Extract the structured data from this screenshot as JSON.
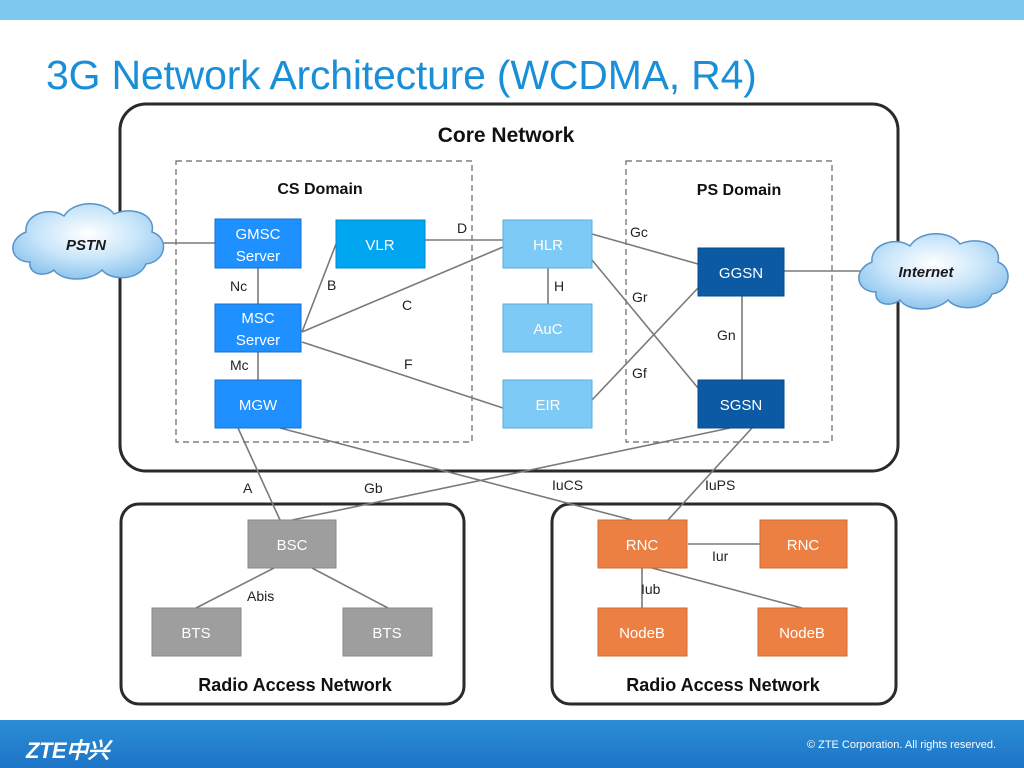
{
  "title": "3G Network Architecture (WCDMA, R4)",
  "core": {
    "title": "Core Network",
    "cs_domain": "CS Domain",
    "ps_domain": "PS Domain"
  },
  "clouds": {
    "pstn": "PSTN",
    "internet": "Internet"
  },
  "nodes": {
    "gmsc": [
      "GMSC",
      "Server"
    ],
    "msc": [
      "MSC",
      "Server"
    ],
    "vlr": "VLR",
    "mgw": "MGW",
    "hlr": "HLR",
    "auc": "AuC",
    "eir": "EIR",
    "ggsn": "GGSN",
    "sgsn": "SGSN",
    "bsc": "BSC",
    "bts1": "BTS",
    "bts2": "BTS",
    "rnc1": "RNC",
    "rnc2": "RNC",
    "nodeb1": "NodeB",
    "nodeb2": "NodeB"
  },
  "interfaces": {
    "d": "D",
    "nc": "Nc",
    "b": "B",
    "c": "C",
    "mc": "Mc",
    "f": "F",
    "h": "H",
    "gc": "Gc",
    "gr": "Gr",
    "gn": "Gn",
    "gf": "Gf",
    "a": "A",
    "gb": "Gb",
    "iucs": "IuCS",
    "iups": "IuPS",
    "abis": "Abis",
    "iur": "Iur",
    "iub": "Iub"
  },
  "ran": {
    "left_title": "Radio Access Network",
    "right_title": "Radio Access Network"
  },
  "footer": {
    "logo": "ZTE中兴",
    "copyright": "© ZTE Corporation. All rights reserved."
  },
  "colors": {
    "cs_node": "#1e90ff",
    "vlr": "#00a6f0",
    "hlr_group": "#7ccaf5",
    "ps_node": "#0b5aa3",
    "bsc_bts": "#9e9e9e",
    "rnc_nodeb": "#ec8043",
    "title": "#1a8fd8"
  }
}
